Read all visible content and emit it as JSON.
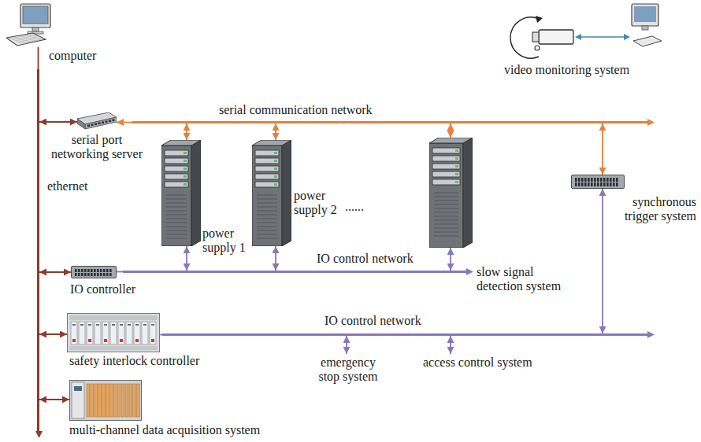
{
  "diagram": {
    "nodes": [
      {
        "text": [
          "computer"
        ]
      },
      {
        "text": [
          "video monitoring system"
        ]
      },
      {
        "text": [
          "serial communication network"
        ]
      },
      {
        "text": [
          "serial port networking server"
        ]
      },
      {
        "text": [
          "ethernet"
        ]
      },
      {
        "text": [
          "power supply 1"
        ]
      },
      {
        "text": [
          "power supply 2"
        ]
      },
      {
        "text": [
          "slow signal detection system"
        ]
      },
      {
        "text": [
          "synchronous trigger system"
        ]
      },
      {
        "text": [
          "IO control network"
        ]
      },
      {
        "text": [
          "IO controller"
        ]
      },
      {
        "text": [
          "IO control network"
        ]
      },
      {
        "text": [
          "safety interlock controller"
        ]
      },
      {
        "text": [
          "emergency stop system"
        ]
      },
      {
        "text": [
          "access control system"
        ]
      },
      {
        "text": [
          "multi-channel data acquisition system"
        ]
      }
    ],
    "edges": [
      {
        "from": 0,
        "to": 4,
        "arrow": "none"
      },
      {
        "from": 4,
        "to": 3,
        "arrow": "both"
      },
      {
        "from": 2,
        "to": 3,
        "arrow": "to"
      },
      {
        "from": 2,
        "to": 5,
        "arrow": "both"
      },
      {
        "from": 2,
        "to": 6,
        "arrow": "both"
      },
      {
        "from": 2,
        "to": 7,
        "arrow": "both"
      },
      {
        "from": 2,
        "to": 8,
        "arrow": "both"
      },
      {
        "from": 5,
        "to": 9,
        "arrow": "both"
      },
      {
        "from": 6,
        "to": 9,
        "arrow": "both"
      },
      {
        "from": 7,
        "to": 9,
        "arrow": "both"
      },
      {
        "from": 4,
        "to": 10,
        "arrow": "both"
      },
      {
        "from": 10,
        "to": 9,
        "arrow": "none"
      },
      {
        "from": 11,
        "to": 8,
        "arrow": "both"
      },
      {
        "from": 4,
        "to": 12,
        "arrow": "both"
      },
      {
        "from": 12,
        "to": 11,
        "arrow": "none"
      },
      {
        "from": 11,
        "to": 13,
        "arrow": "both"
      },
      {
        "from": 11,
        "to": 14,
        "arrow": "both"
      },
      {
        "from": 4,
        "to": 15,
        "arrow": "both"
      }
    ],
    "labels": [
      "......"
    ]
  }
}
